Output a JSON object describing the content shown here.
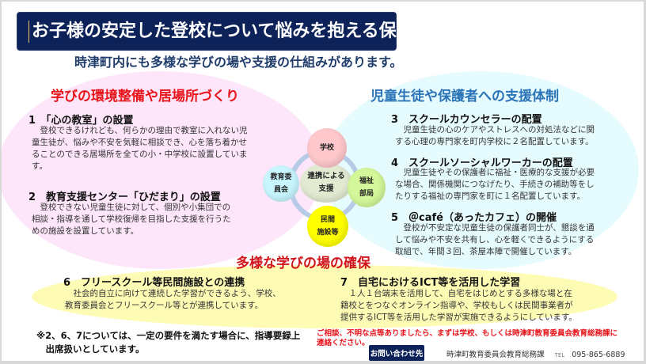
{
  "header": {
    "title": "お子様の安定した登校について悩みを抱える保護者の方へ",
    "subtitle": "時津町内にも多様な学びの場や支援の仕組みがあります。"
  },
  "left": {
    "heading": "学びの環境整備や居場所づくり",
    "items": [
      {
        "title": "1　「心の教室」の設置",
        "body": [
          "　登校できるけれども、何らかの理由で教室に入れない児",
          "童生徒が、悩みや不安を気軽に相談でき、心を落ち着かせ",
          "ることのできる居場所を全ての小・中学校に設置していま",
          "す。"
        ]
      },
      {
        "title": "2　教育支援センター「ひだまり」の設置",
        "body": [
          "　登校できない児童生徒に対して、個別や小集団での",
          "相談・指導を通して学校復帰を目指した支援を行うた",
          "めの施設を設置しています。"
        ]
      }
    ]
  },
  "right": {
    "heading": "児童生徒や保護者への支援体制",
    "items": [
      {
        "title": "3　スクールカウンセラーの配置",
        "body": [
          "　児童生徒の心のケアやストレスへの対処法などに関",
          "する心理の専門家を町内学校に２名配置しています。"
        ]
      },
      {
        "title": "4　スクールソーシャルワーカーの配置",
        "body": [
          "　児童生徒やその保護者に福祉・医療的な支援が必要",
          "な場合、関係機関につなげたり、手続きの補助等をし",
          "たりする福祉の専門家を町に１名配置しています。"
        ]
      },
      {
        "title": "5　＠café（あったカフェ）の開催",
        "body": [
          "　登校が不安定な児童生徒の保護者同士が、懇談を通",
          "して悩みや不安を共有し、心を軽くできるようにする",
          "取組で、年間３回、茶屋本陣で開催しています。"
        ]
      }
    ]
  },
  "diagram": {
    "center": [
      "連携による",
      "支援"
    ],
    "school": "学校",
    "board": [
      "教育委",
      "員会"
    ],
    "welfare": [
      "福祉",
      "部局"
    ],
    "private": [
      "民間",
      "施設等"
    ],
    "colors": {
      "school": "#ffc8cc",
      "board": "#c8f6ff",
      "welfare": "#d4f79a",
      "private": "#ffff00",
      "center": "#e2ead2"
    }
  },
  "bottom": {
    "heading": "多様な学びの場の確保",
    "items": [
      {
        "title": "6　フリースクール等民間施設との連携",
        "body": [
          "　社会的自立に向けて連続した学習ができるよう、学校、",
          "教育委員会とフリースクール等とが連携しています。"
        ]
      },
      {
        "title": "7　自宅におけるICT等を活用した学習",
        "body": [
          "　１人１台端末を活用して、自宅をはじめとする多様な場と在",
          "籍校とをつなぐオンライン指導や、学校もしくは民間事業者が",
          "提供するICT等を活用した学習が実施できるようにしています。"
        ]
      }
    ]
  },
  "footer": {
    "note": [
      "※2、6、7については、一定の要件を満たす場合に、指導要録上",
      "　出席扱いとしています。"
    ],
    "inquiry": [
      "ご相談、不明な点等ありましたら、まずは学校、もしくは時津町教育委員会教育総務課に",
      "連絡ください。"
    ],
    "contact_label": "お問い合わせ先",
    "office": "時津町教育委員会教育総務課",
    "tel_label": "TEL",
    "tel": "095-865-6889"
  }
}
